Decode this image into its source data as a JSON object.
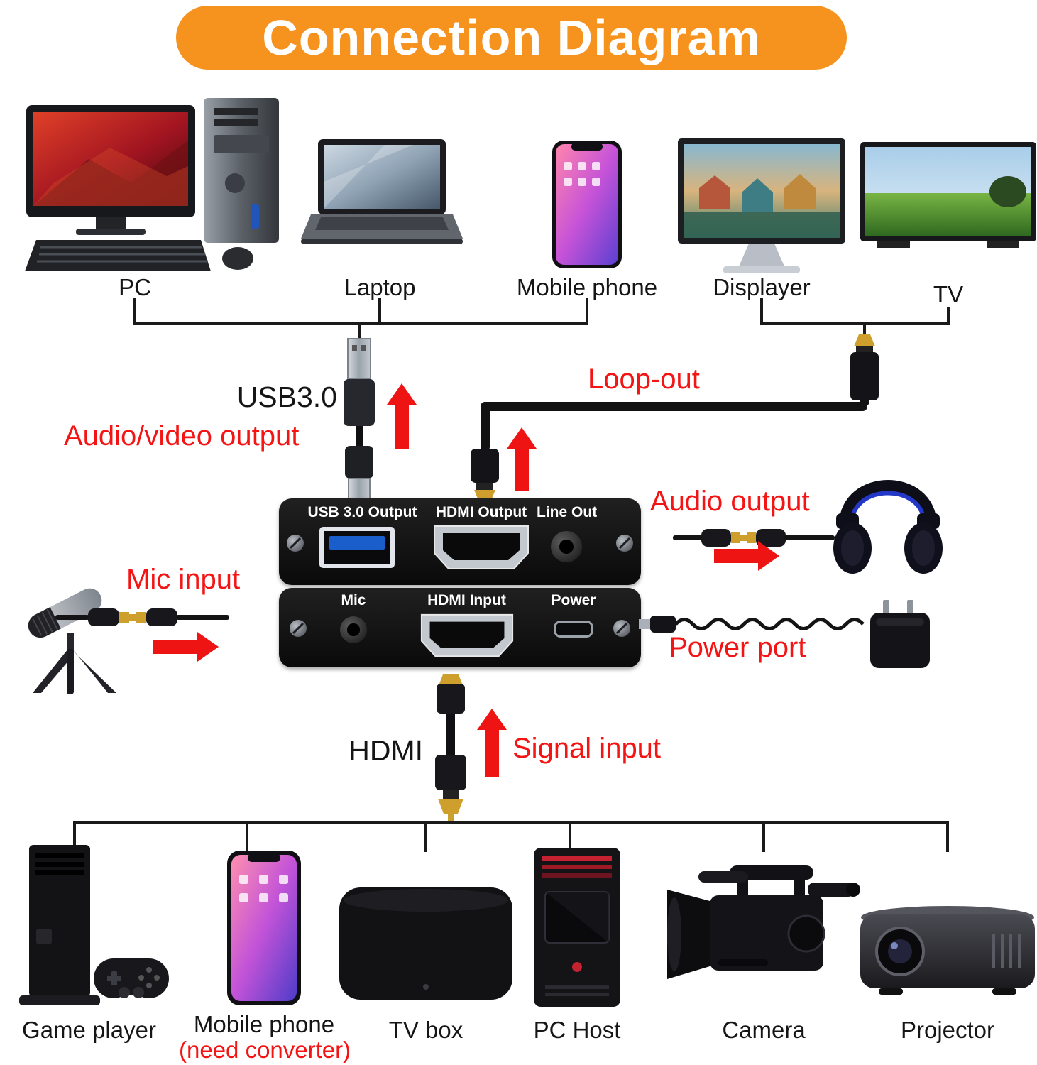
{
  "title": "Connection Diagram",
  "colors": {
    "banner_orange": "#f6921e",
    "annotation_red": "#f41414",
    "line_black": "#1a1a1a",
    "card_black": "#101010",
    "usb_blue": "#1a5ecc",
    "hdmi_gold": "#cf9f2e"
  },
  "top_devices": [
    {
      "label": "PC"
    },
    {
      "label": "Laptop"
    },
    {
      "label": "Mobile phone"
    },
    {
      "label": "Displayer"
    },
    {
      "label": "TV"
    }
  ],
  "annotations": {
    "usb": "USB3.0",
    "av_output": "Audio/video output",
    "loop_out": "Loop-out",
    "audio_output": "Audio output",
    "mic_input": "Mic input",
    "power_port": "Power port",
    "hdmi": "HDMI",
    "signal_input": "Signal input"
  },
  "capture_card": {
    "top_ports": [
      {
        "label": "USB 3.0 Output"
      },
      {
        "label": "HDMI Output"
      },
      {
        "label": "Line Out"
      }
    ],
    "bottom_ports": [
      {
        "label": "Mic"
      },
      {
        "label": "HDMI Input"
      },
      {
        "label": "Power"
      }
    ]
  },
  "bottom_devices": [
    {
      "label": "Game player"
    },
    {
      "label": "Mobile phone",
      "sublabel": "(need converter)"
    },
    {
      "label": "TV box"
    },
    {
      "label": "PC Host"
    },
    {
      "label": "Camera"
    },
    {
      "label": "Projector"
    }
  ],
  "icons": {
    "top_row": [
      "pc-icon",
      "laptop-icon",
      "mobile-phone-icon",
      "displayer-icon",
      "tv-icon"
    ],
    "middle": [
      "usb-connector-icon",
      "hdmi-plug-icon",
      "microphone-icon",
      "headphones-icon",
      "power-adapter-icon",
      "capture-card"
    ],
    "bottom_row": [
      "game-player-icon",
      "mobile-phone-icon",
      "tv-box-icon",
      "pc-host-icon",
      "camera-icon",
      "projector-icon"
    ]
  }
}
